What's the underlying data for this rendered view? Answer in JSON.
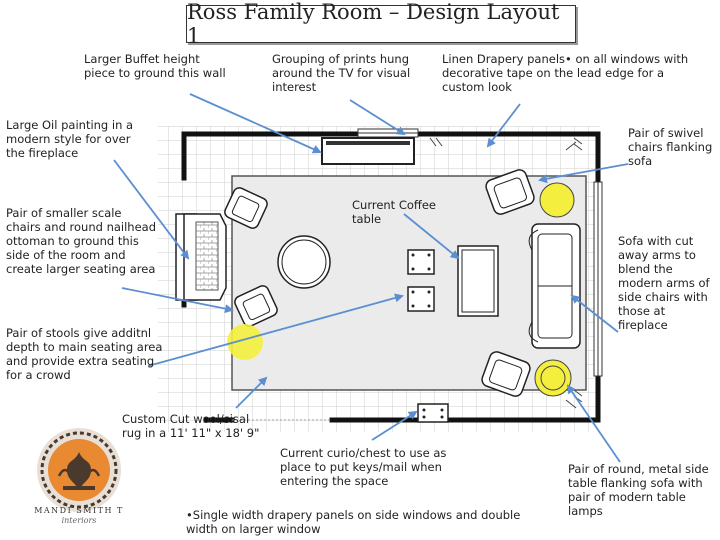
{
  "title": "Ross Family Room – Design Layout 1",
  "annotations": {
    "buffet": "Larger Buffet height piece to ground this wall",
    "prints": "Grouping of prints hung around the TV for visual interest",
    "drapery": "Linen Drapery panels• on all windows with decorative tape on the lead edge for a custom look",
    "oil_painting": "Large Oil painting in a modern style for over the fireplace",
    "swivel": "Pair of swivel chairs flanking sofa",
    "small_chairs": "Pair of smaller scale chairs and round nailhead ottoman to ground this side of the room and create larger seating area",
    "coffee_table": "Current Coffee table",
    "sofa": "Sofa with cut away arms to blend the modern arms of side chairs with those at fireplace",
    "stools": "Pair of stools give additnl depth to main seating area and provide extra seating for a crowd",
    "rug": "Custom Cut wool/sisal rug in a 11' 11\" x 18' 9\"",
    "curio": "Current curio/chest to use as place to put keys/mail when entering the space",
    "side_tables": "Pair of round, metal side table flanking sofa with pair of modern table lamps",
    "footnote": "•Single width drapery panels on side windows and double width on larger window"
  },
  "logo": {
    "brand": "MANDI SMITH T",
    "sub": "interiors",
    "colors": {
      "orange": "#e98a32",
      "ring": "#e8e0d6",
      "dark": "#4a3a2e"
    }
  },
  "colors": {
    "grid": "#cfcfcf",
    "wall": "#111111",
    "rug": "#ebebeb",
    "highlight": "#f4ef3e",
    "arrow": "#5b8fd0",
    "ink": "#222222"
  }
}
